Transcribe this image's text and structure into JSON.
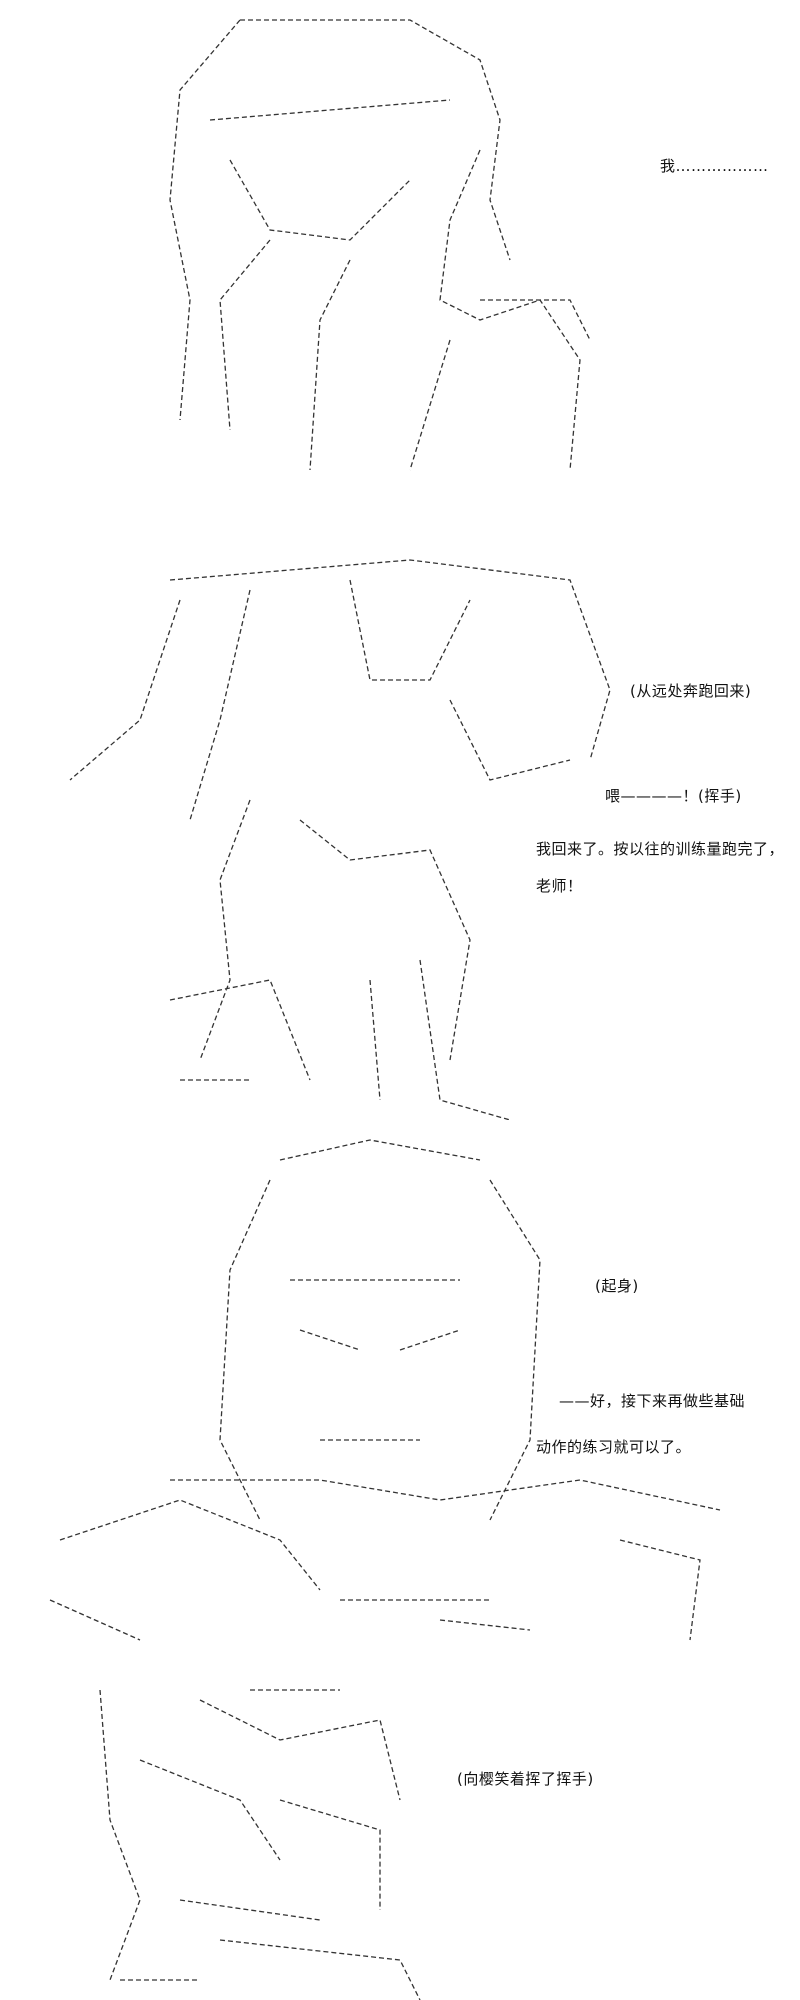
{
  "panels": [
    {
      "lines": [
        "我………………"
      ]
    },
    {
      "lines": [
        "(从远处奔跑回来)",
        "喂————！(挥手)",
        "我回来了。按以往的训练量跑完了，",
        "老师！"
      ]
    },
    {
      "lines": [
        "(起身)",
        "——好，接下来再做些基础",
        "动作的练习就可以了。"
      ]
    },
    {
      "lines": [
        "(向樱笑着挥了挥手)"
      ]
    }
  ]
}
